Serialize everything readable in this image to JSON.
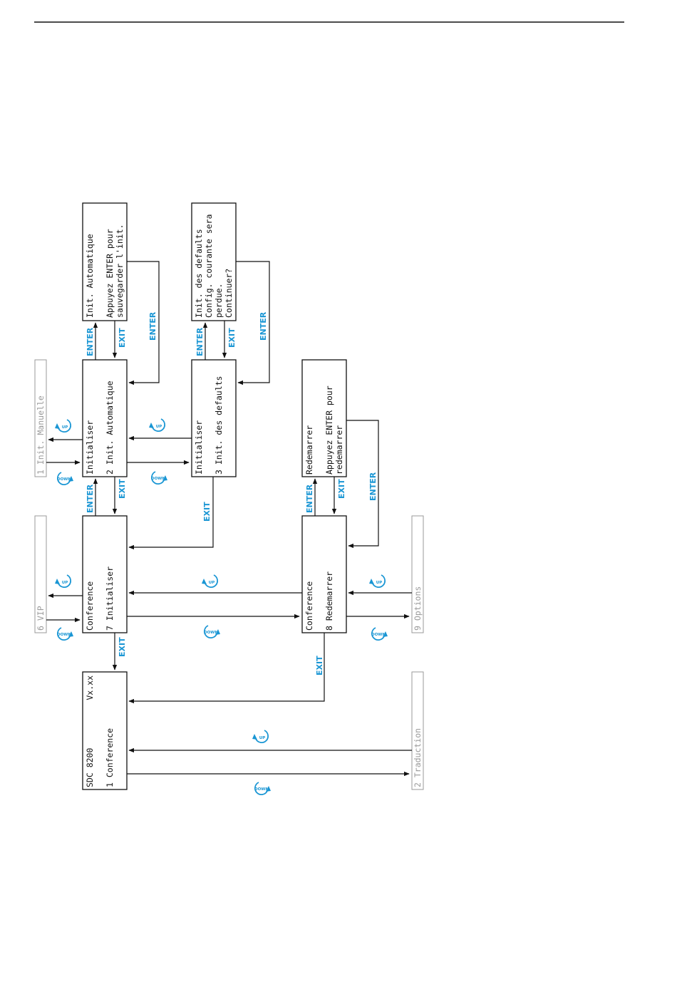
{
  "screens": {
    "main": {
      "line1": "SDC 8200",
      "version": "Vx.xx",
      "line2": "1 Conference"
    },
    "conf_init": {
      "line1": "Conference",
      "line2": "7 Initialiser"
    },
    "init_auto": {
      "line1": "Initialiser",
      "line2": "2 Init. Automatique"
    },
    "auto_confirm": {
      "line1": "Init. Automatique",
      "line2": "Appuyez ENTER pour",
      "line3": "sauvegarder l'init."
    },
    "init_defaults": {
      "line1": "Initialiser",
      "line2": "3 Init. des defaults"
    },
    "defaults_confirm": {
      "line1": "Init. des defaults",
      "line2": "Config. courante sera",
      "line3": "perdue.",
      "line4": "Continuer?"
    },
    "conf_restart": {
      "line1": "Conference",
      "line2": "8 Redemarrer"
    },
    "restart_confirm": {
      "line1": "Redemarrer",
      "line2": "Appuyez ENTER pour",
      "line3": "redemarrer"
    }
  },
  "greyed_items": {
    "init_manual": "1 Init. Manuelle",
    "vip": "6 VIP",
    "options": "9 Options",
    "translation": "2 Traduction"
  },
  "keys": {
    "enter": "ENTER",
    "exit": "EXIT",
    "up": "UP",
    "down": "DOWN"
  },
  "colors": {
    "accent": "#1a96d4",
    "line": "#111111",
    "grey": "#9a9a9a"
  }
}
